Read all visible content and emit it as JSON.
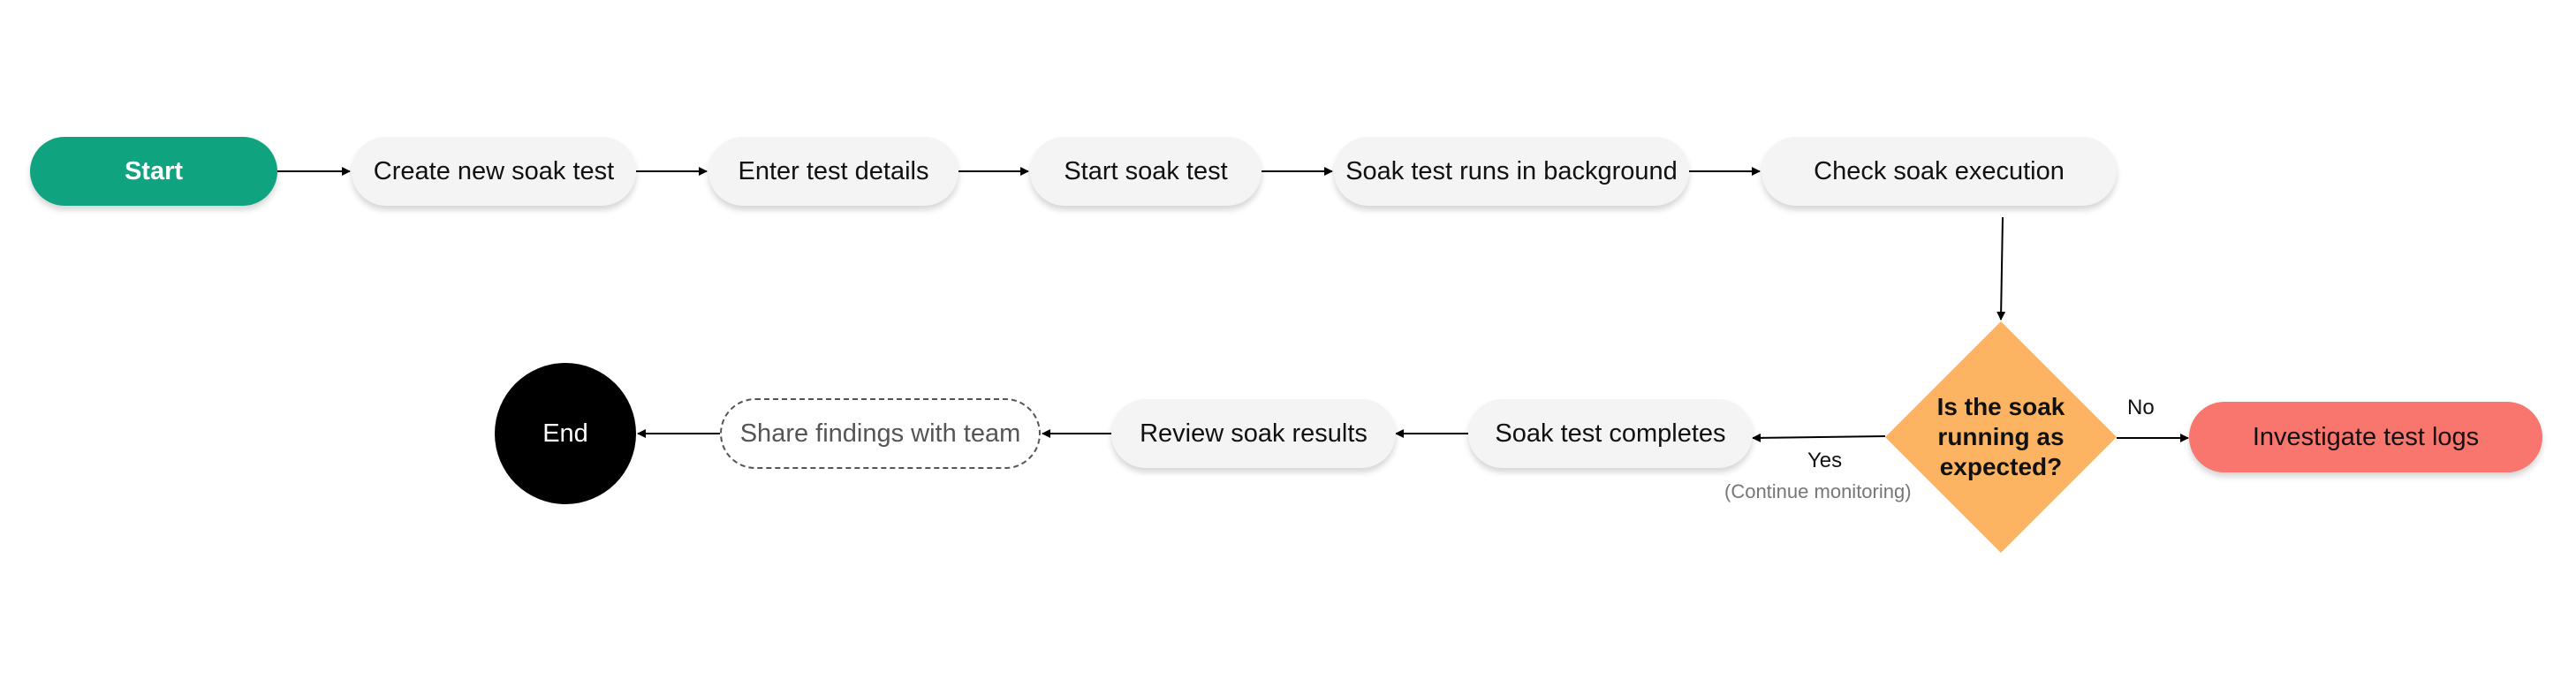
{
  "diagram": {
    "nodes": {
      "start": "Start",
      "create": "Create new soak test",
      "enter": "Enter test details",
      "start_test": "Start soak test",
      "runs": "Soak test runs in background",
      "check": "Check soak execution",
      "decision": "Is the soak\nrunning as\nexpected?",
      "investigate": "Investigate test logs",
      "completes": "Soak test completes",
      "review": "Review soak results",
      "share": "Share findings with team",
      "end": "End"
    },
    "edges": {
      "no_label": "No",
      "yes_label": "Yes",
      "yes_note": "(Continue monitoring)"
    },
    "colors": {
      "start": "#10a37f",
      "decision": "#fdb462",
      "investigate": "#f8766d",
      "process": "#f4f4f4",
      "end": "#000000"
    }
  }
}
